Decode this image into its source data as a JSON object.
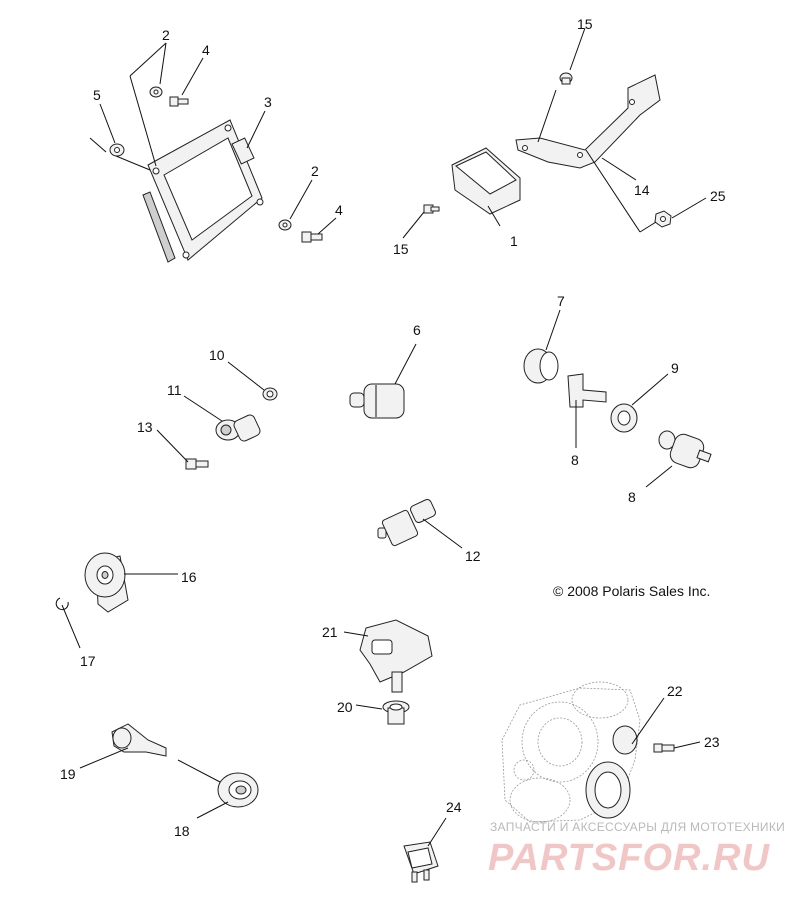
{
  "callouts": {
    "c1": "1",
    "c2a": "2",
    "c2b": "2",
    "c3": "3",
    "c4a": "4",
    "c4b": "4",
    "c5": "5",
    "c6": "6",
    "c7": "7",
    "c8a": "8",
    "c8b": "8",
    "c9": "9",
    "c10": "10",
    "c11": "11",
    "c12": "12",
    "c13": "13",
    "c14": "14",
    "c15a": "15",
    "c15b": "15",
    "c16": "16",
    "c17": "17",
    "c18": "18",
    "c19": "19",
    "c20": "20",
    "c21": "21",
    "c22": "22",
    "c23": "23",
    "c24": "24",
    "c25": "25"
  },
  "copyright": "© 2008 Polaris Sales Inc.",
  "watermark": {
    "tagline": "ЗАПЧАСТИ И АКСЕССУАРЫ ДЛЯ МОТОТЕХНИКИ",
    "brand": "PARTSFOR.RU"
  },
  "colors": {
    "line": "#111111",
    "watermark_brand": "#f3c6c6",
    "watermark_tagline": "#b9b9b9"
  }
}
